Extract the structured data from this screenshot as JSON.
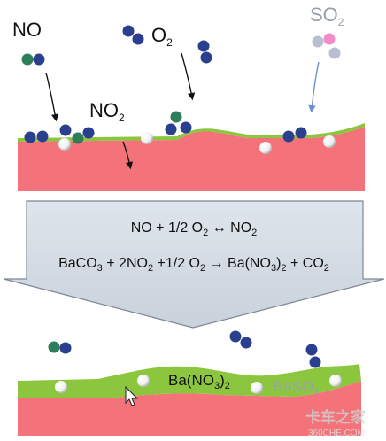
{
  "labels": {
    "no": "NO",
    "o2_main": "O",
    "o2_sub": "2",
    "so2_main": "SO",
    "so2_sub": "2",
    "no2_main": "NO",
    "no2_sub": "2"
  },
  "reactions": {
    "r1_a": "NO + 1/2 O",
    "r1_a_sub": "2",
    "r1_arrow": "↔",
    "r1_b": "NO",
    "r1_b_sub": "2",
    "r2_a": "BaCO",
    "r2_a_sub": "3",
    "r2_b": "+ 2NO",
    "r2_b_sub": "2",
    "r2_c": "+1/2 O",
    "r2_c_sub": "2",
    "r2_arrow": "→",
    "r2_d": "Ba(NO",
    "r2_d_sub": "3",
    "r2_e": ")",
    "r2_e_sub": "2",
    "r2_f": "+ CO",
    "r2_f_sub": "2"
  },
  "bottom": {
    "ba_no3_a": "Ba(NO",
    "ba_no3_sub1": "3",
    "ba_no3_b": ")",
    "ba_no3_sub2": "2",
    "baso4_main": "BaSO",
    "baso4_sub": "4"
  },
  "watermark": {
    "line1": "卡车之家",
    "line2": "360CHE.COM"
  },
  "colors": {
    "substrate": "#f4727a",
    "coating": "#8cc63f",
    "n_atom": "#2e7d5b",
    "o_atom": "#2b3f8f",
    "s_atom": "#f28cc8",
    "so2_o_atom": "#b8bfd0",
    "arrow_fill": "#ced6e0"
  }
}
